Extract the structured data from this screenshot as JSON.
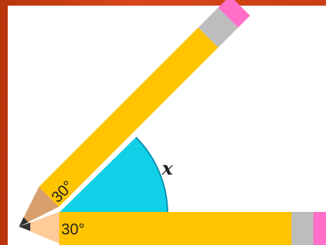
{
  "diagram": {
    "angle_variable": "x",
    "bottom_pencil_angle_label": "30°",
    "tilted_pencil_angle_label": "30°",
    "colors": {
      "frame": "#c93e14",
      "background": "#ffffff",
      "pencil_body": "#ffc400",
      "pencil_ferrule": "#bdbdbd",
      "pencil_eraser": "#ff6fc8",
      "pencil_wood": "#ffcc99",
      "pencil_wood_shade": "#d9a06d",
      "pencil_lead": "#333333",
      "angle_fill": "#0fd0e6",
      "angle_stroke": "#0a8fb0",
      "label_text": "#222222"
    }
  }
}
